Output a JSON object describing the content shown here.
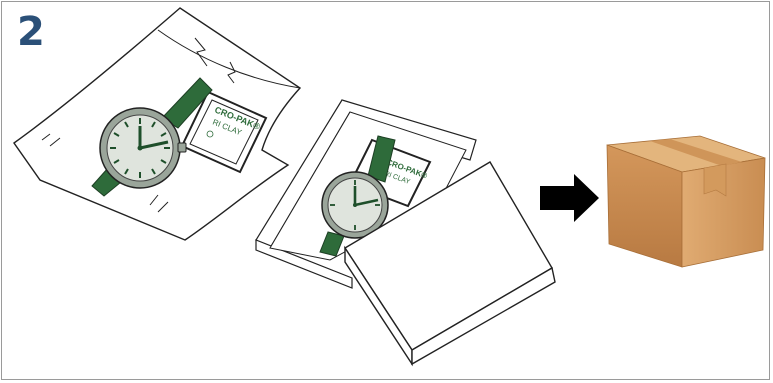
{
  "step": {
    "number": "2"
  },
  "desiccant": {
    "brand_line": "CRO-PAK®",
    "type_line": "RI CLAY"
  },
  "colors": {
    "step_number": "#2b5078",
    "watch_band": "#2e6b3a",
    "watch_face": "#dfe4dd",
    "watch_hand": "#1e4f2a",
    "arrow": "#000000",
    "box_front": "#c98a4e",
    "box_side": "#d9a368",
    "box_top": "#e3b57d",
    "tape": "#d39a5d",
    "frame_border": "#9a9a9a"
  },
  "icons": [
    "watch-icon",
    "desiccant-pack-icon",
    "bag-icon",
    "gift-box-icon",
    "arrow-right-icon",
    "shipping-box-icon"
  ]
}
